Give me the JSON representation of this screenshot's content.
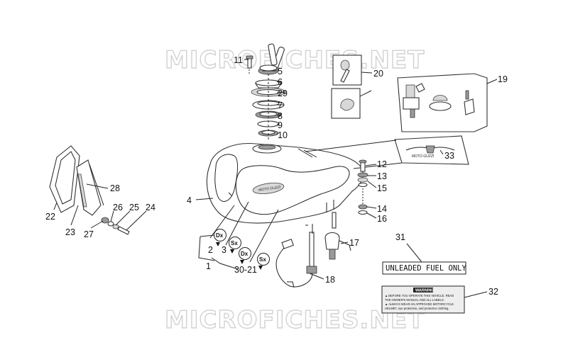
{
  "watermark": "MICROFICHES.NET",
  "callouts": {
    "c1": "1",
    "c2": "2",
    "c3": "3",
    "c4": "4",
    "c5": "5",
    "c6": "6",
    "c7": "7",
    "c8": "8",
    "c9": "9",
    "c10": "10",
    "c11": "11",
    "c12": "12",
    "c13": "13",
    "c14": "14",
    "c15": "15",
    "c16": "16",
    "c17": "17",
    "c18": "18",
    "c19": "19",
    "c20": "20",
    "c22": "22",
    "c23": "23",
    "c24": "24",
    "c25": "25",
    "c26": "26",
    "c27": "27",
    "c28": "28",
    "c29": "29",
    "c30_21": "30-21",
    "c31": "31",
    "c32": "32",
    "c33": "33"
  },
  "badges": {
    "dx": "Dx",
    "sx": "Sx"
  },
  "fuel_label": "UNLEADED FUEL ONLY",
  "warning_label": {
    "title": "WARNING",
    "lines": [
      "▲ BEFORE YOU OPERATE THIS VEHICLE, READ",
      "   THE OWNER'S MANUAL AND ALL LABELS.",
      "▲ ALWAYS WEAR AN APPROVED MOTORCYCLE",
      "   HELMET, eye protection, and protective clothing."
    ]
  },
  "tank_logo": "MOTO GUZZI",
  "emblem_text": "MOTO GUZZI"
}
